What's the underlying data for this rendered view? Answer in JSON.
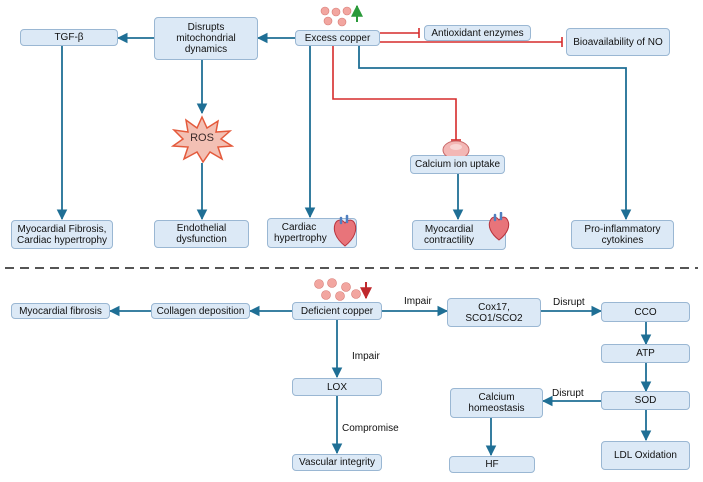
{
  "top": {
    "excess_copper": "Excess copper",
    "disrupts_mito": "Disrupts mitochondrial dynamics",
    "tgf_beta": "TGF-β",
    "antioxidant": "Antioxidant enzymes",
    "bioavailability": "Bioavailability of NO",
    "ros": "ROS",
    "calcium_uptake": "Calcium ion uptake",
    "myocardial_fibrosis_hyper": "Myocardial Fibrosis, Cardiac hypertrophy",
    "endothelial": "Endothelial dysfunction",
    "cardiac_hyper": "Cardiac hypertrophy",
    "myocardial_contract": "Myocardial contractility",
    "pro_inflammatory": "Pro-inflammatory cytokines"
  },
  "bottom": {
    "myocardial_fibrosis": "Myocardial fibrosis",
    "collagen": "Collagen deposition",
    "deficient_copper": "Deficient copper",
    "cox17": "Cox17, SCO1/SCO2",
    "cco": "CCO",
    "atp": "ATP",
    "sod": "SOD",
    "ldl": "LDL Oxidation",
    "calcium_homeo": "Calcium homeostasis",
    "hf": "HF",
    "lox": "LOX",
    "vascular": "Vascular integrity",
    "impair1": "Impair",
    "impair2": "Impair",
    "disrupt1": "Disrupt",
    "disrupt2": "Disrupt",
    "compromise": "Compromise"
  },
  "colors": {
    "arrow": "#1f6f95",
    "inhibit": "#d62b2b",
    "up": "#2a9a3a",
    "down": "#c0282d",
    "box_fill": "#dce9f6",
    "copper": "#f2a6a0"
  }
}
